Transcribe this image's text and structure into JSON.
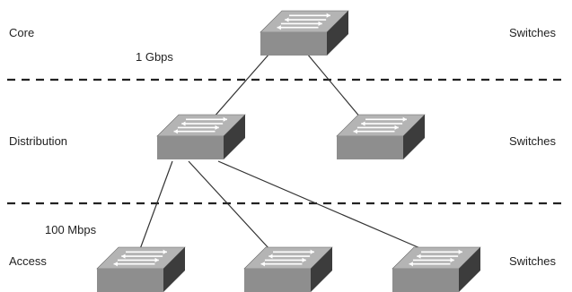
{
  "layers": {
    "core": {
      "label": "Core",
      "device_label": "Switches"
    },
    "distribution": {
      "label": "Distribution",
      "device_label": "Switches"
    },
    "access": {
      "label": "Access",
      "device_label": "Switches"
    }
  },
  "links": {
    "core_speed": "1 Gbps",
    "access_speed": "100 Mbps"
  },
  "colors": {
    "switch_top": "#b4b4b4",
    "switch_front": "#8e8e8e",
    "switch_side": "#3c3c3c",
    "arrows": "#ffffff",
    "lines": "#333333",
    "dashes": "#222222"
  },
  "icons": {
    "switch": "network-switch-icon"
  }
}
